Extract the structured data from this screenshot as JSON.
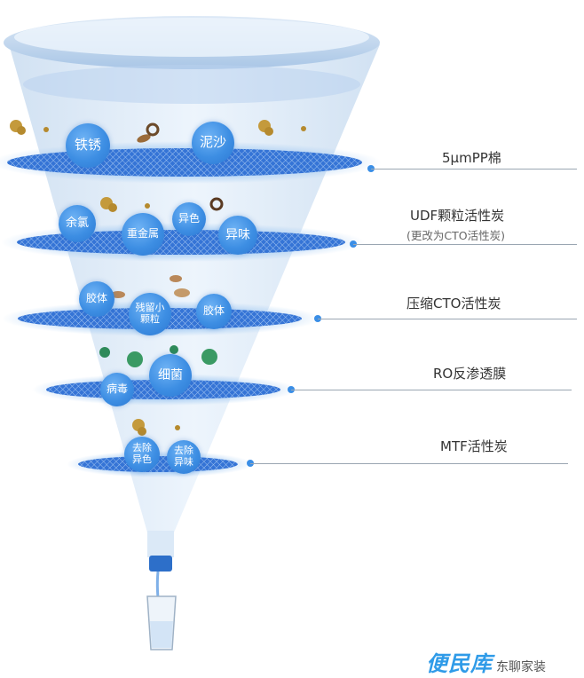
{
  "stages": [
    {
      "label": "5μmPP棉",
      "sub": ""
    },
    {
      "label": "UDF颗粒活性炭",
      "sub": "(更改为CTO活性炭)"
    },
    {
      "label": "压缩CTO活性炭",
      "sub": ""
    },
    {
      "label": "RO反渗透膜",
      "sub": ""
    },
    {
      "label": "MTF活性炭",
      "sub": ""
    }
  ],
  "impurities": {
    "iron_rust": "铁锈",
    "silt": "泥沙",
    "residual_chlorine": "余氯",
    "heavy_metals": "重金属",
    "odd_color": "异色",
    "odd_taste": "异味",
    "colloid_left": "胶体",
    "residual_small_particles": "残留小颗粒",
    "colloid_right": "胶体",
    "virus": "病毒",
    "bacteria": "细菌",
    "remove_color": "去除异色",
    "remove_taste": "去除异味"
  },
  "watermark": {
    "brand": "便民库",
    "source": "东聊家装"
  },
  "colors": {
    "accent": "#3a8ee6",
    "mesh": "#2f6fd1",
    "funnel": "#cfe3f7",
    "leader": "#9aa6b2"
  }
}
